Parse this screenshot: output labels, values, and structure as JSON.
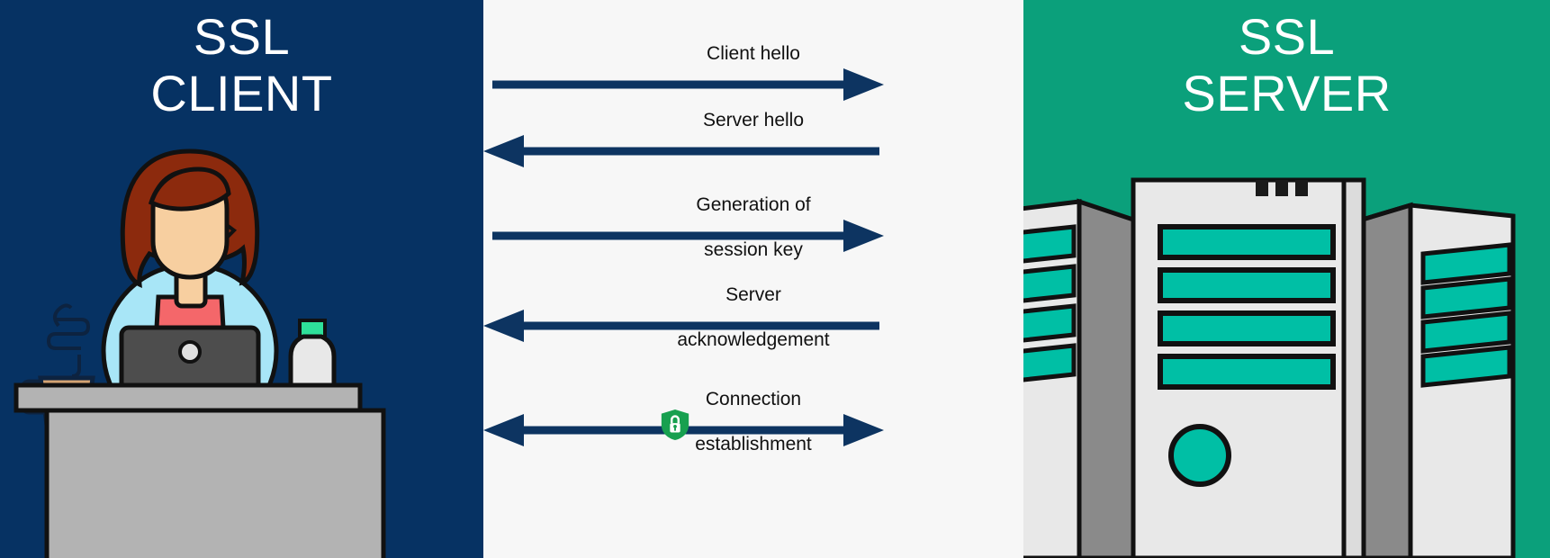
{
  "diagram": {
    "title_alt": "SSL handshake between SSL client and SSL server"
  },
  "colors": {
    "client_panel_bg": "#063263",
    "middle_panel_bg": "#f7f7f7",
    "server_panel_bg": "#0ba07b",
    "arrow_navy": "#0d3461",
    "label_text": "#111111",
    "panel_title_text": "#ffffff",
    "shield_green": "#17a04f",
    "server_led_teal": "#00bfa5",
    "server_body_gray": "#e8e8e8",
    "server_side_gray": "#8a8a8a",
    "desk_gray": "#b3b3b3",
    "laptop_gray": "#4d4d4d",
    "hair_brown": "#8c2a0d",
    "skin": "#f7cfa0",
    "shirt_red": "#f4676a",
    "halo_blue": "#a8e6f7",
    "cup_tan": "#d4a373",
    "bottle_white": "#e8e8e8",
    "bottle_cap_green": "#2ee09a"
  },
  "client": {
    "title_line1": "SSL",
    "title_line2": "CLIENT",
    "icons": {
      "person": "person-with-laptop-icon",
      "coffee": "coffee-cup-icon",
      "bottle": "water-bottle-icon",
      "desk": "desk-icon",
      "laptop": "laptop-icon"
    }
  },
  "server": {
    "title_line1": "SSL",
    "title_line2": "SERVER",
    "icons": {
      "rack_left": "server-rack-icon",
      "rack_center": "server-tower-icon",
      "rack_right": "server-rack-icon"
    },
    "rack_led_count": 4,
    "center_power_button": "power-button-icon"
  },
  "flow": {
    "steps": [
      {
        "id": "client-hello",
        "label_above": "Client hello",
        "label_below": "",
        "direction": "right",
        "has_shield": false
      },
      {
        "id": "server-hello",
        "label_above": "Server hello",
        "label_below": "",
        "direction": "left",
        "has_shield": false
      },
      {
        "id": "session-key-generation",
        "label_above": "Generation of",
        "label_below": "session key",
        "direction": "right",
        "has_shield": false
      },
      {
        "id": "server-acknowledgement",
        "label_above": "Server",
        "label_below": "acknowledgement",
        "direction": "left",
        "has_shield": false
      },
      {
        "id": "connection-establishment",
        "label_above": "Connection",
        "label_below": "establishment",
        "direction": "both",
        "has_shield": true,
        "shield_icon": "lock-shield-icon"
      }
    ]
  }
}
